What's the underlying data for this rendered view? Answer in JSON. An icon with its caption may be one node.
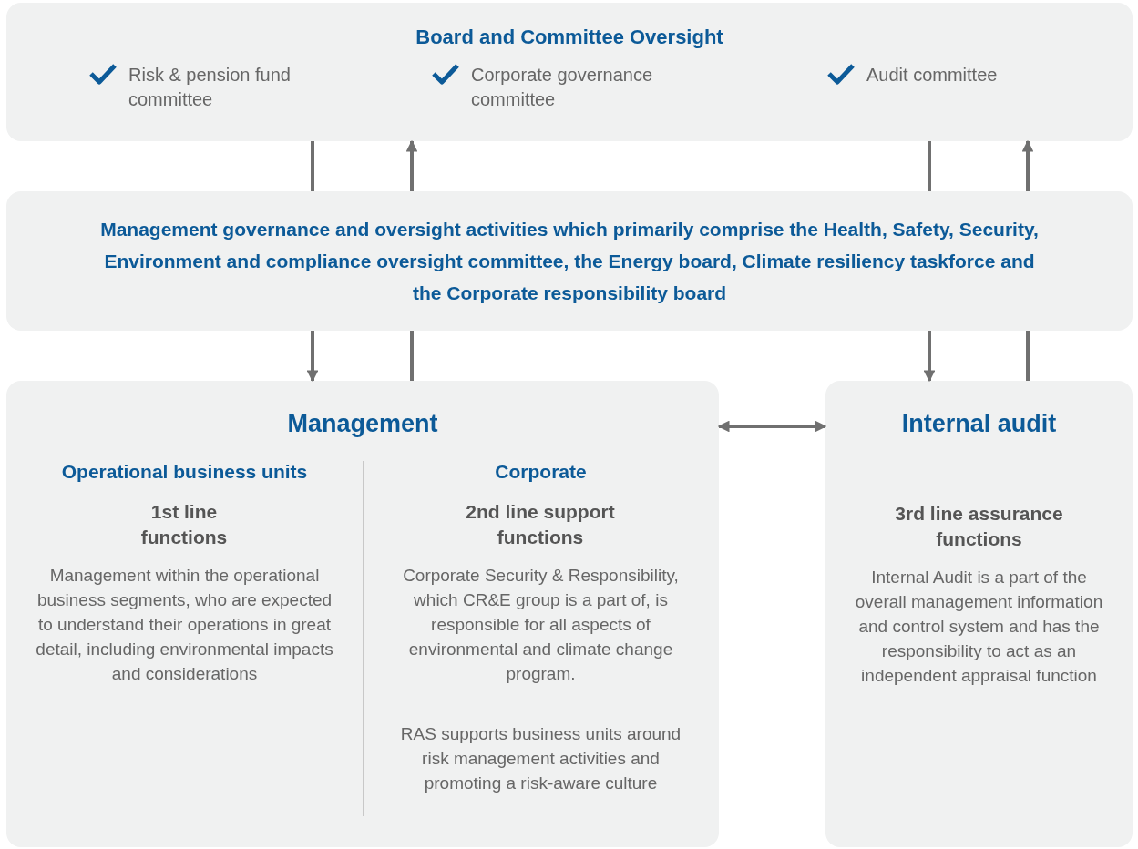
{
  "diagram": {
    "nodes": [
      {
        "text": [
          "Board and Committee Oversight",
          "Risk & pension fund committee",
          "Corporate governance committee",
          "Audit committee"
        ]
      },
      {
        "text": [
          "Management governance and oversight activities which primarily comprise the Health, Safety, Security, Environment and compliance oversight committee, the Energy board, Climate resiliency taskforce and the Corporate responsibility board"
        ]
      },
      {
        "text": [
          "Management",
          "Operational business units",
          "1st line functions",
          "Management within the operational business segments, who are expected to understand their operations in great detail, including environmental impacts and considerations",
          "Corporate",
          "2nd line support functions",
          "Corporate Security & Responsibility, which CR&E group is a part of, is responsible for all aspects of environmental and climate change program.",
          "RAS supports business units around risk management activities and promoting a risk-aware culture"
        ]
      },
      {
        "text": [
          "Internal audit",
          "3rd line assurance functions",
          "Internal Audit is a part of the overall management information and control system and has the responsibility to act as an independent appraisal function"
        ]
      }
    ],
    "edges": [
      {
        "from": 0,
        "to": 1,
        "arrow": "none"
      },
      {
        "from": 1,
        "to": 0,
        "arrow": "to"
      },
      {
        "from": 0,
        "to": 1,
        "arrow": "none"
      },
      {
        "from": 1,
        "to": 0,
        "arrow": "to"
      },
      {
        "from": 1,
        "to": 2,
        "arrow": "to"
      },
      {
        "from": 2,
        "to": 1,
        "arrow": "none"
      },
      {
        "from": 1,
        "to": 3,
        "arrow": "to"
      },
      {
        "from": 3,
        "to": 1,
        "arrow": "none"
      },
      {
        "from": 2,
        "to": 3,
        "arrow": "both"
      }
    ]
  }
}
